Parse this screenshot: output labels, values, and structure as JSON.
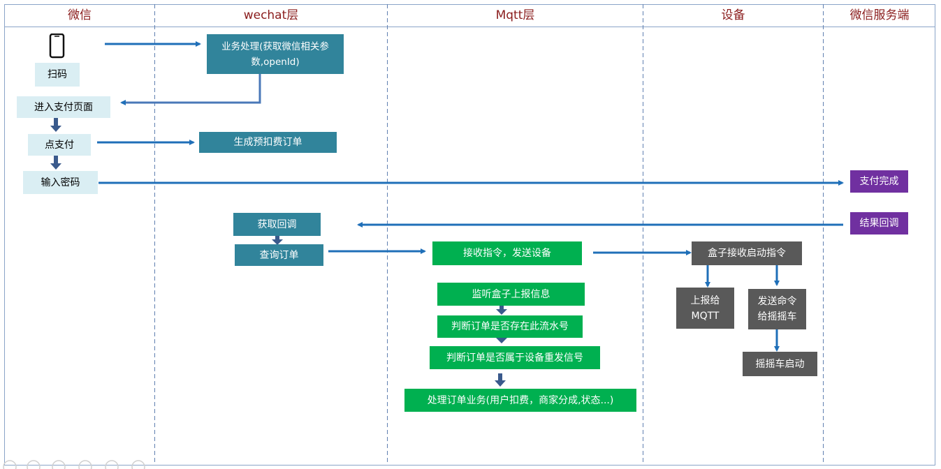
{
  "lanes": {
    "weixin": "微信",
    "wechat_layer": "wechat层",
    "mqtt_layer": "Mqtt层",
    "device": "设备",
    "weixin_server": "微信服务端"
  },
  "nodes": {
    "scan": "扫码",
    "enter_pay_page": "进入支付页面",
    "click_pay": "点支付",
    "enter_password": "输入密码",
    "business_process": "业务处理(获取微信相关参\n数,openId)",
    "pre_deduct_order": "生成预扣费订单",
    "get_callback": "获取回调",
    "query_order": "查询订单",
    "receive_cmd": "接收指令，发送设备",
    "monitor_box": "监听盒子上报信息",
    "check_serial": "判断订单是否存在此流水号",
    "check_device": "判断订单是否属于设备重发信号",
    "process_order": "处理订单业务(用户扣费，商家分成,状态...)",
    "box_receive": "盒子接收启动指令",
    "report_mqtt": "上报给\nMQTT",
    "send_cmd": "发送命令\n给摇摇车",
    "car_start": "摇摇车启动",
    "pay_done": "支付完成",
    "result_callback": "结果回调"
  },
  "icons": {
    "phone": "mobile-phone-icon"
  },
  "colors": {
    "flow_arrow": "#1f6fb8",
    "down_arrow": "#3a5a8c",
    "lane_title": "#8a1c1c"
  }
}
